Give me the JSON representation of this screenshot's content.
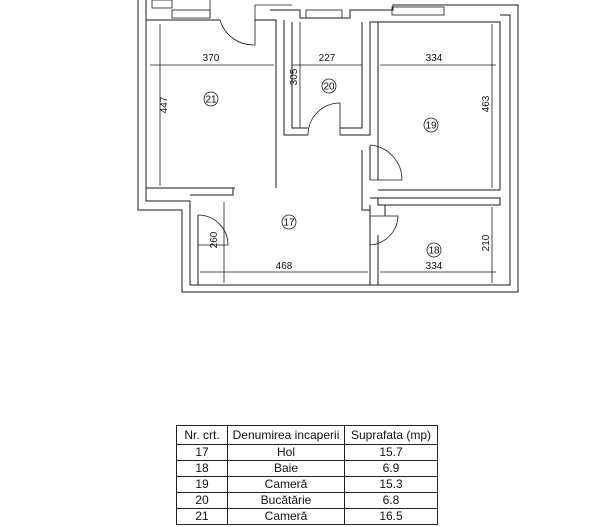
{
  "plan": {
    "dimensions": [
      "370",
      "227",
      "334",
      "305",
      "447",
      "463",
      "260",
      "468",
      "334",
      "210"
    ],
    "rooms": [
      "21",
      "20",
      "19",
      "17",
      "18"
    ]
  },
  "table": {
    "headers": [
      "Nr. crt.",
      "Denumirea incaperii",
      "Suprafata (mp)"
    ],
    "rows": [
      [
        "17",
        "Hol",
        "15.7"
      ],
      [
        "18",
        "Baie",
        "6.9"
      ],
      [
        "19",
        "Cameră",
        "15.3"
      ],
      [
        "20",
        "Bucătărie",
        "6.8"
      ],
      [
        "21",
        "Cameră",
        "16.5"
      ]
    ]
  }
}
